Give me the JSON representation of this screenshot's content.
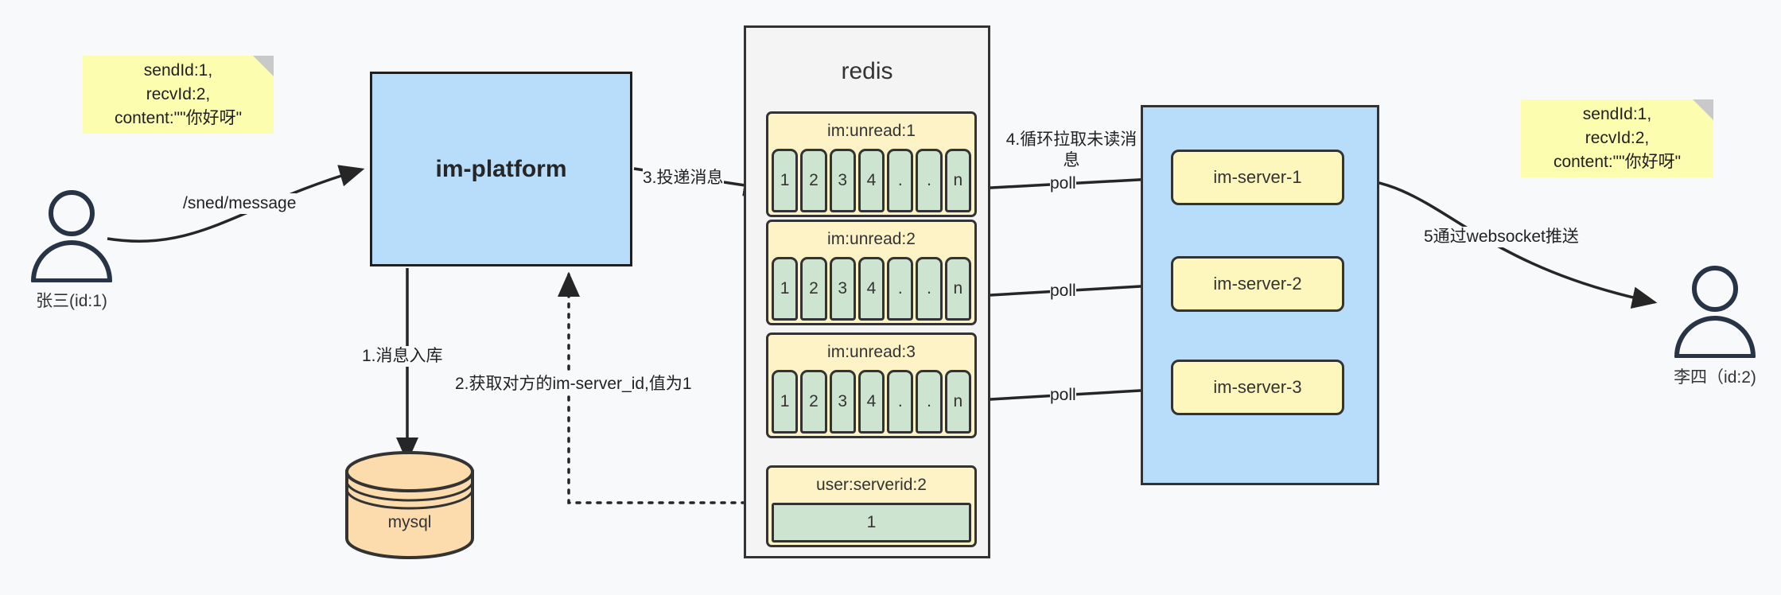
{
  "diagram": {
    "title": "IM message delivery architecture",
    "colors": {
      "background": "#f8f9fa",
      "note_yellow": "#fdfdb0",
      "box_blue": "#b8ddfb",
      "key_yellow": "#fdf3c6",
      "cell_green": "#cde5d0",
      "server_yellow": "#fdf6bd",
      "db_orange": "#fcdcad",
      "stroke": "#333333"
    }
  },
  "notes": {
    "left": {
      "lines": [
        "sendId:1,",
        "recvId:2,",
        "content:\"\"你好呀\""
      ]
    },
    "right": {
      "lines": [
        "sendId:1,",
        "recvId:2,",
        "content:\"\"你好呀\""
      ]
    }
  },
  "actors": {
    "sender": {
      "icon": "user-icon",
      "label": "张三(id:1)"
    },
    "receiver": {
      "icon": "user-icon",
      "label": "李四（id:2)"
    }
  },
  "platform": {
    "label": "im-platform"
  },
  "database": {
    "label": "mysql",
    "icon": "database-cylinder-icon"
  },
  "redis": {
    "title": "redis",
    "keys": [
      {
        "name": "im:unread:1",
        "cells": [
          "1",
          "2",
          "3",
          "4",
          ".",
          ".",
          "n"
        ]
      },
      {
        "name": "im:unread:2",
        "cells": [
          "1",
          "2",
          "3",
          "4",
          ".",
          ".",
          "n"
        ]
      },
      {
        "name": "im:unread:3",
        "cells": [
          "1",
          "2",
          "3",
          "4",
          ".",
          ".",
          "n"
        ]
      },
      {
        "name": "user:serverid:2",
        "cells": [
          "1"
        ]
      }
    ]
  },
  "cluster": {
    "servers": [
      {
        "label": "im-server-1"
      },
      {
        "label": "im-server-2"
      },
      {
        "label": "im-server-3"
      }
    ]
  },
  "edges": {
    "send_message": "/sned/message",
    "step1": "1.消息入库",
    "step2": "2.获取对方的im-server_id,值为1",
    "step3": "3.投递消息",
    "step4": "4.循环拉取未读消息",
    "poll1": "poll",
    "poll2": "poll",
    "poll3": "poll",
    "step5": "5通过websocket推送"
  }
}
